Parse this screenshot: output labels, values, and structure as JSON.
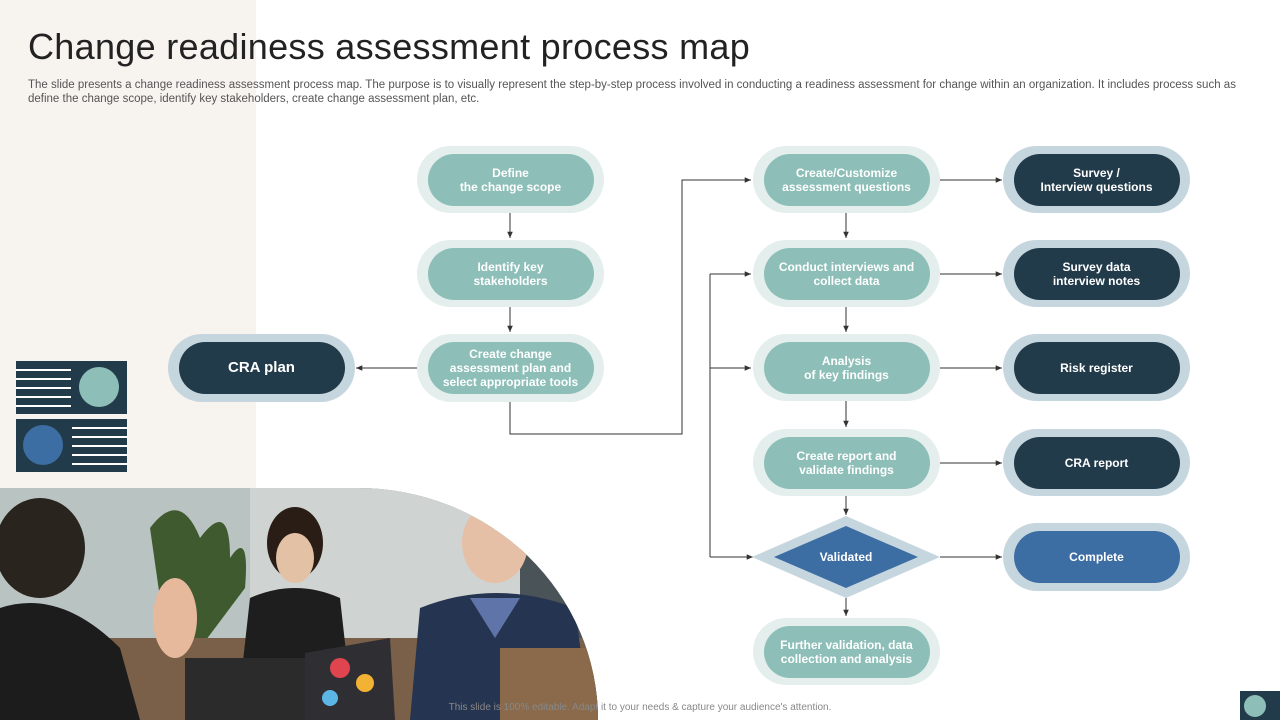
{
  "title": "Change readiness assessment process map",
  "subtitle": "The slide presents a change readiness assessment process map. The purpose is to visually represent the step-by-step process involved in conducting a readiness assessment for change within an organization. It includes process such as define the change scope, identify key stakeholders, create change assessment plan, etc.",
  "left_column": {
    "define_scope": "Define\nthe change scope",
    "identify_stakeholders": "Identify key\nstakeholders",
    "create_plan": "Create change\nassessment plan and\nselect appropriate tools",
    "cra_plan": "CRA plan"
  },
  "middle_column": {
    "create_questions": "Create/Customize\nassessment questions",
    "conduct_interviews": "Conduct interviews and\ncollect data",
    "analysis": "Analysis\nof key findings",
    "create_report": "Create report and\nvalidate findings",
    "validated": "Validated",
    "further_validation": "Further validation, data\ncollection and analysis"
  },
  "right_column": {
    "survey_questions": "Survey /\nInterview questions",
    "survey_data": "Survey data\ninterview notes",
    "risk_register": "Risk register",
    "cra_report": "CRA report",
    "complete": "Complete"
  },
  "footer": "This slide is 100% editable. Adapt it to your needs & capture your audience's attention.",
  "colors": {
    "teal": "#8dbfb8",
    "navy": "#223b4a",
    "blue": "#3d6ea3",
    "panel": "#f7f4f0"
  },
  "icons": [
    "arrow-icon",
    "decorative-graphic-icon"
  ]
}
